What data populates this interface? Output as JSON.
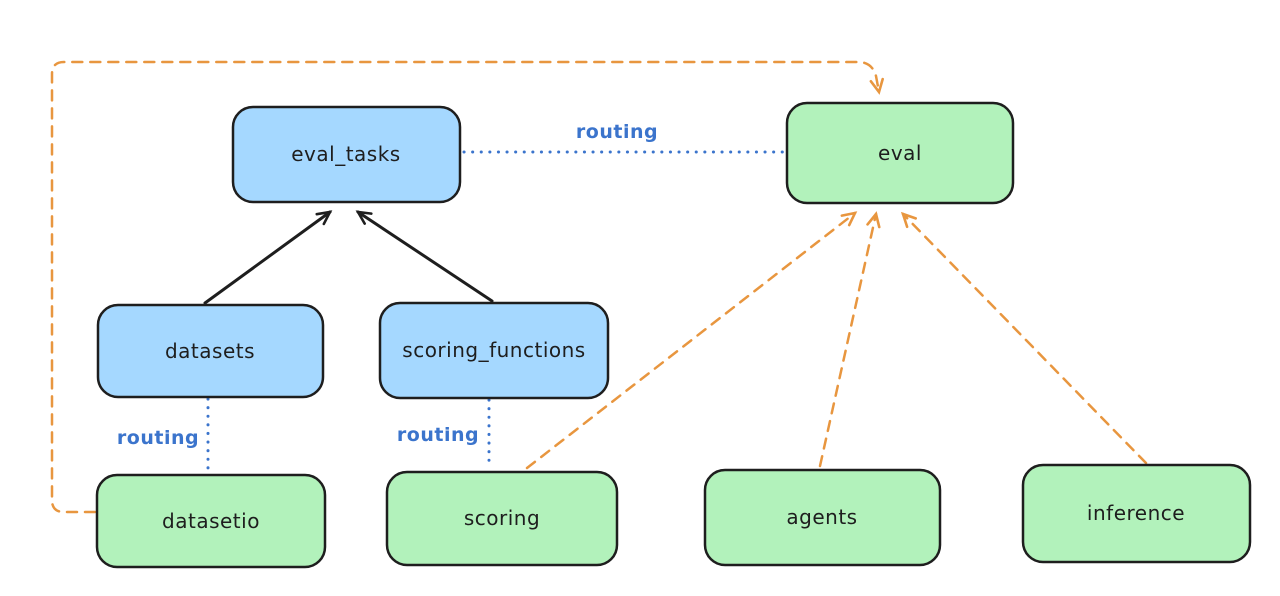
{
  "diagram": {
    "colors": {
      "background": "#ffffff",
      "blue_fill": "#a5d8ff",
      "green_fill": "#b2f2bb",
      "node_stroke": "#1e1e1e",
      "orange": "#e8963f",
      "routing_blue": "#3b74cc"
    },
    "nodes": {
      "eval_tasks": {
        "label": "eval_tasks",
        "color": "blue"
      },
      "eval": {
        "label": "eval",
        "color": "green"
      },
      "datasets": {
        "label": "datasets",
        "color": "blue"
      },
      "scoring_functions": {
        "label": "scoring_functions",
        "color": "blue"
      },
      "datasetio": {
        "label": "datasetio",
        "color": "green"
      },
      "scoring": {
        "label": "scoring",
        "color": "green"
      },
      "agents": {
        "label": "agents",
        "color": "green"
      },
      "inference": {
        "label": "inference",
        "color": "green"
      }
    },
    "edge_labels": {
      "eval_tasks_to_eval": "routing",
      "datasets_to_datasetio": "routing",
      "scoring_functions_to_scoring": "routing"
    },
    "edges": [
      {
        "from": "datasets",
        "to": "eval_tasks",
        "style": "solid-black-arrow"
      },
      {
        "from": "scoring_functions",
        "to": "eval_tasks",
        "style": "solid-black-arrow"
      },
      {
        "from": "eval_tasks",
        "to": "eval",
        "style": "dotted-blue",
        "label": "routing"
      },
      {
        "from": "datasets",
        "to": "datasetio",
        "style": "dotted-blue",
        "label": "routing"
      },
      {
        "from": "scoring_functions",
        "to": "scoring",
        "style": "dotted-blue",
        "label": "routing"
      },
      {
        "from": "datasetio",
        "to": "eval",
        "style": "dashed-orange-arrow"
      },
      {
        "from": "scoring",
        "to": "eval",
        "style": "dashed-orange-arrow"
      },
      {
        "from": "agents",
        "to": "eval",
        "style": "dashed-orange-arrow"
      },
      {
        "from": "inference",
        "to": "eval",
        "style": "dashed-orange-arrow"
      }
    ]
  }
}
